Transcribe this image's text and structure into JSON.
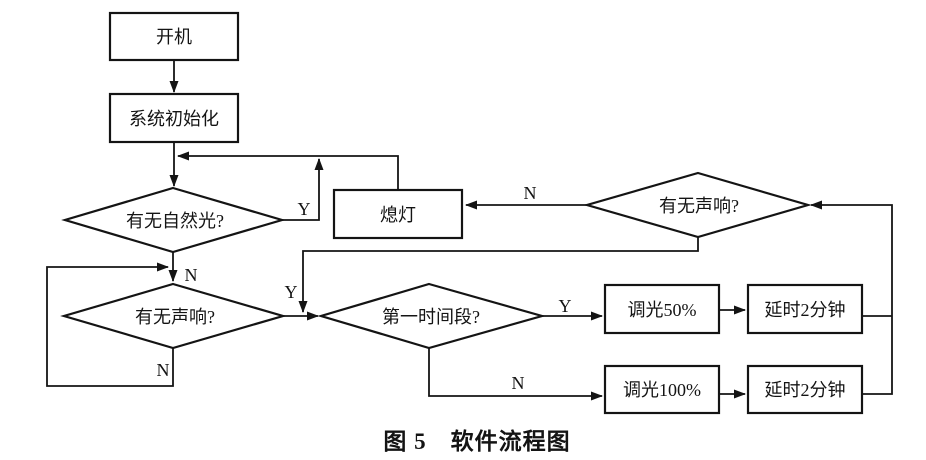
{
  "figure": {
    "caption": "图 5　软件流程图",
    "background_color": "#ffffff",
    "line_color": "#141414"
  },
  "nodes": {
    "power_on": {
      "label": "开机",
      "shape": "process"
    },
    "system_init": {
      "label": "系统初始化",
      "shape": "process"
    },
    "lights_off": {
      "label": "熄灯",
      "shape": "process"
    },
    "natural_light": {
      "label": "有无自然光?",
      "shape": "decision"
    },
    "sound_left": {
      "label": "有无声响?",
      "shape": "decision"
    },
    "sound_right": {
      "label": "有无声响?",
      "shape": "decision"
    },
    "first_period": {
      "label": "第一时间段?",
      "shape": "decision"
    },
    "dim_50": {
      "label": "调光50%",
      "shape": "process"
    },
    "delay_after_50": {
      "label": "延时2分钟",
      "shape": "process"
    },
    "dim_100": {
      "label": "调光100%",
      "shape": "process"
    },
    "delay_after_100": {
      "label": "延时2分钟",
      "shape": "process"
    }
  },
  "edge_labels": {
    "natural_light_yes": "Y",
    "natural_light_no": "N",
    "sound_left_yes": "Y",
    "sound_left_no": "N",
    "sound_right_no": "N",
    "first_period_yes": "Y",
    "first_period_no": "N"
  }
}
